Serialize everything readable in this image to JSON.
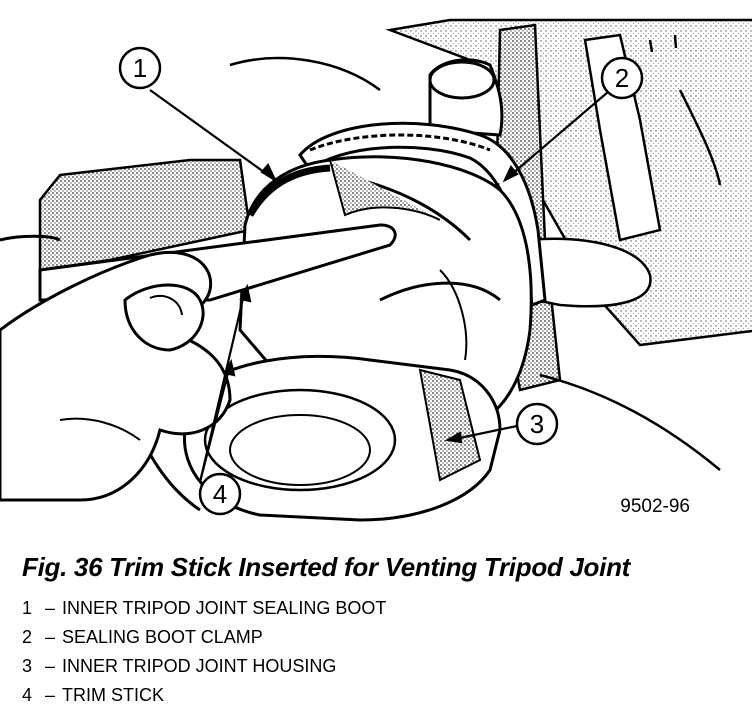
{
  "figure": {
    "code": "9502-96",
    "callouts": [
      "1",
      "2",
      "3",
      "4"
    ],
    "caption": "Fig. 36 Trim Stick Inserted for Venting Tripod Joint",
    "legend": [
      {
        "num": "1",
        "dash": "–",
        "text": "INNER TRIPOD JOINT SEALING BOOT"
      },
      {
        "num": "2",
        "dash": "–",
        "text": "SEALING BOOT CLAMP"
      },
      {
        "num": "3",
        "dash": "–",
        "text": "INNER TRIPOD JOINT HOUSING"
      },
      {
        "num": "4",
        "dash": "–",
        "text": "TRIM STICK"
      }
    ]
  }
}
